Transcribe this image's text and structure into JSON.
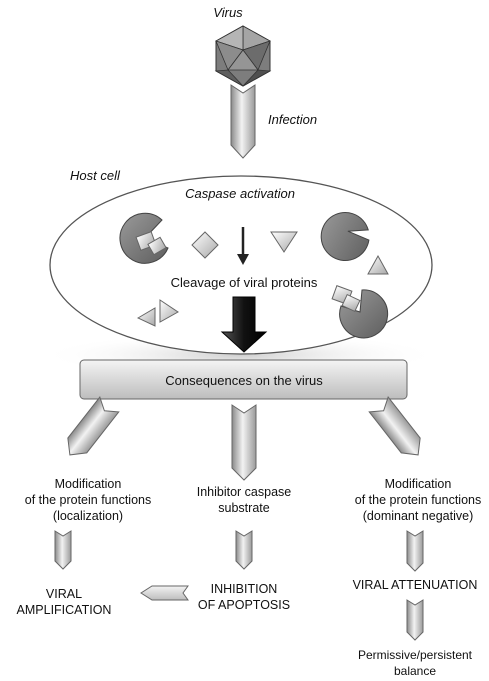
{
  "labels": {
    "virus": "Virus",
    "infection": "Infection",
    "host_cell": "Host cell",
    "caspase_activation": "Caspase activation",
    "cleavage": "Cleavage of viral proteins",
    "consequences": "Consequences on the virus"
  },
  "branches": {
    "left": {
      "line1": "Modification",
      "line2": "of the protein functions",
      "line3": "(localization)",
      "outcome1": "VIRAL",
      "outcome2": "AMPLIFICATION"
    },
    "middle": {
      "line1": "Inhibitor caspase",
      "line2": "substrate",
      "outcome1": "INHIBITION",
      "outcome2": "OF APOPTOSIS"
    },
    "right": {
      "line1": "Modification",
      "line2": "of the protein functions",
      "line3": "(dominant negative)",
      "outcome": "VIRAL ATTENUATION",
      "balance1": "Permissive/persistent",
      "balance2": "balance"
    }
  },
  "icons": [
    "virus-icon",
    "caspase-protein-icon",
    "viral-protein-fragment-icon"
  ]
}
